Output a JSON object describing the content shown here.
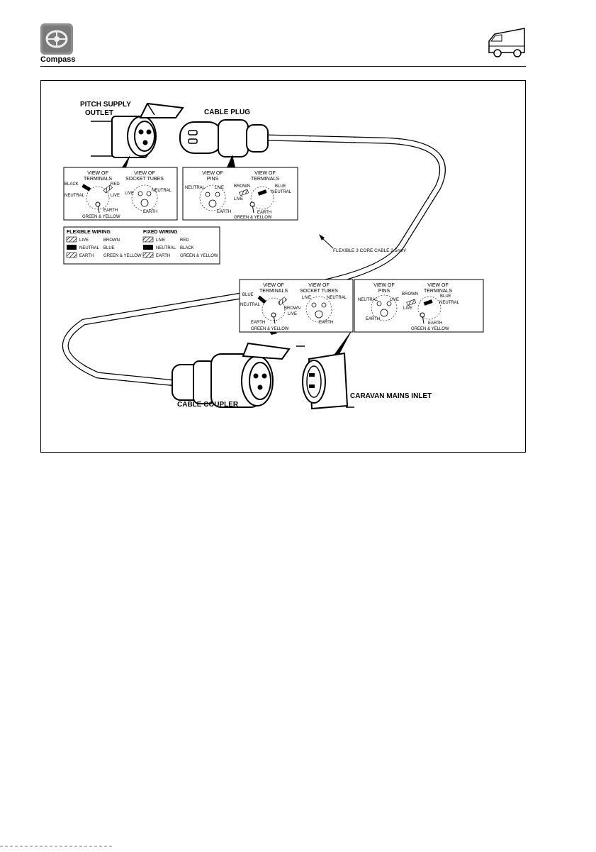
{
  "header": {
    "brand": "Compass",
    "icons": {
      "logo": "compass-logo-icon",
      "vehicle": "motorhome-icon"
    }
  },
  "diagram": {
    "labels": {
      "pitch_supply_outlet": [
        "PITCH SUPPLY",
        "OUTLET"
      ],
      "cable_plug": "CABLE PLUG",
      "flexible_cable": "FLEXIBLE 3 CORE CABLE 2.5mm²",
      "cable_coupler": "CABLE COUPLER",
      "caravan_mains_inlet": "CARAVAN MAINS INLET"
    },
    "panels": {
      "outlet": {
        "left_title": [
          "VIEW OF",
          "TERMINALS"
        ],
        "right_title": [
          "VIEW OF",
          "SOCKET TUBES"
        ],
        "terminals": {
          "black": "BLACK",
          "red": "RED",
          "neutral": "NEUTRAL",
          "live": "LIVE",
          "earth": "EARTH",
          "green_yellow": "GREEN & YELLOW"
        },
        "tubes": {
          "live": "LIVE",
          "neutral": "NEUTRAL",
          "earth": "EARTH"
        }
      },
      "plug": {
        "left_title": [
          "VIEW OF",
          "PINS"
        ],
        "right_title": [
          "VIEW OF",
          "TERMINALS"
        ],
        "pins": {
          "neutral": "NEUTRAL",
          "live": "LIVE",
          "earth": "EARTH"
        },
        "terminals": {
          "brown": "BROWN",
          "blue": "BLUE",
          "live": "LIVE",
          "neutral": "NEUTRAL",
          "earth": "EARTH",
          "green_yellow": "GREEN & YELLOW"
        }
      },
      "coupler": {
        "left_title": [
          "VIEW OF",
          "TERMINALS"
        ],
        "right_title": [
          "VIEW OF",
          "SOCKET TUBES"
        ],
        "terminals": {
          "blue": "BLUE",
          "neutral": "NEUTRAL",
          "brown": "BROWN",
          "live": "LIVE",
          "earth": "EARTH",
          "green_yellow": "GREEN & YELLOW"
        },
        "tubes": {
          "live": "LIVE",
          "neutral": "NEUTRAL",
          "earth": "EARTH"
        }
      },
      "inlet": {
        "left_title": [
          "VIEW OF",
          "PINS"
        ],
        "right_title": [
          "VIEW OF",
          "TERMINALS"
        ],
        "pins": {
          "neutral": "NEUTRAL",
          "live": "LIVE",
          "earth": "EARTH"
        },
        "terminals": {
          "brown": "BROWN",
          "blue": "BLUE",
          "live": "LIVE",
          "neutral": "NEUTRAL",
          "earth": "EARTH",
          "green_yellow": "GREEN & YELLOW"
        }
      }
    },
    "legend": {
      "flexible": {
        "title": "FLEXIBLE WIRING",
        "rows": [
          {
            "name": "LIVE",
            "colour": "BROWN"
          },
          {
            "name": "NEUTRAL",
            "colour": "BLUE"
          },
          {
            "name": "EARTH",
            "colour": "GREEN & YELLOW"
          }
        ]
      },
      "fixed": {
        "title": "FIXED WIRING",
        "rows": [
          {
            "name": "LIVE",
            "colour": "RED"
          },
          {
            "name": "NEUTRAL",
            "colour": "BLACK"
          },
          {
            "name": "EARTH",
            "colour": "GREEN & YELLOW"
          }
        ]
      }
    }
  }
}
